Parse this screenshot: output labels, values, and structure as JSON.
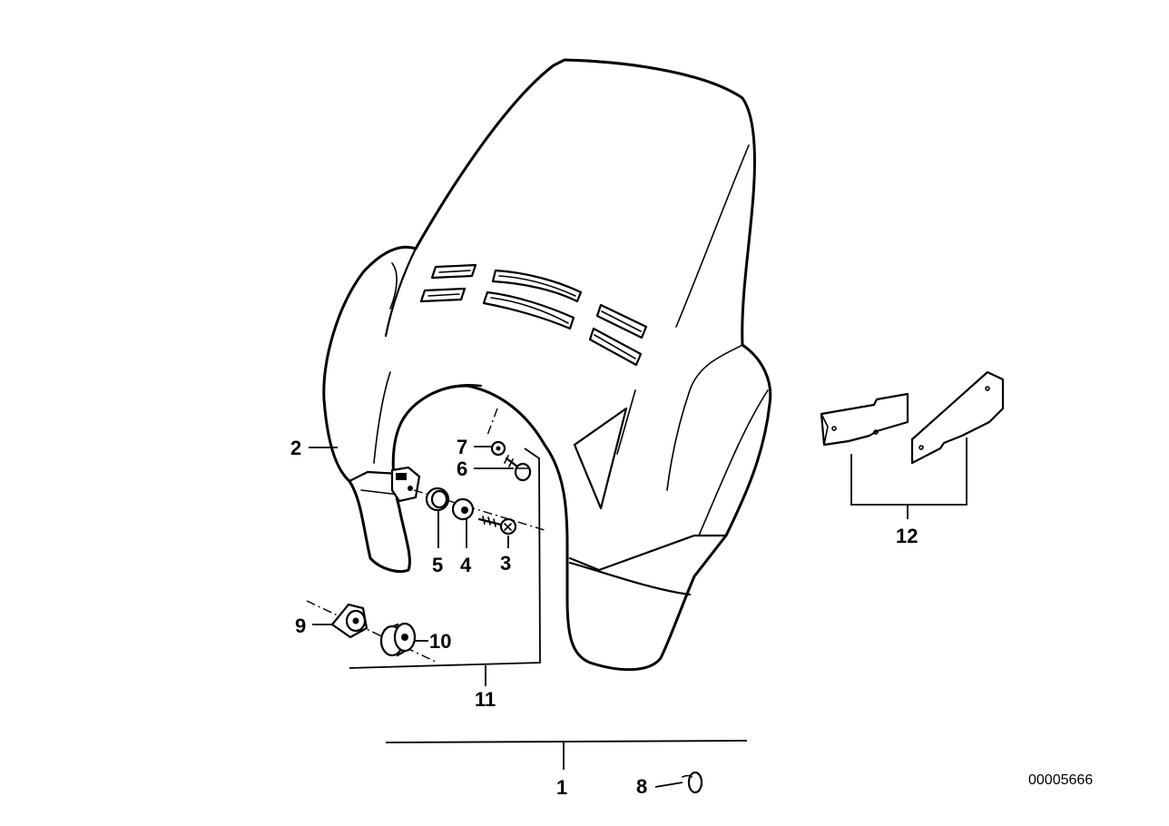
{
  "diagram": {
    "callouts": {
      "c1": "1",
      "c2": "2",
      "c3": "3",
      "c4": "4",
      "c5": "5",
      "c6": "6",
      "c7": "7",
      "c8": "8",
      "c9": "9",
      "c10": "10",
      "c11": "11",
      "c12": "12"
    },
    "reference_number": "00005666"
  }
}
